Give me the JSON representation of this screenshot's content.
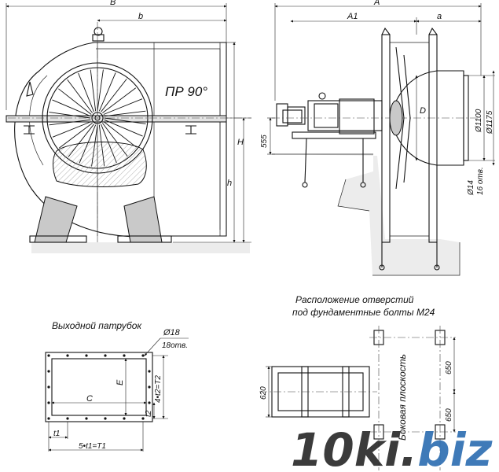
{
  "labels": {
    "B": "B",
    "b": "b",
    "A": "A",
    "A1": "A1",
    "a": "a",
    "H": "H",
    "h": "h",
    "d555": "555",
    "D": "D",
    "d1100": "Ø1100",
    "d1175": "Ø1175",
    "d14": "Ø14",
    "holes16": "16 отв.",
    "rotation": "ПР 90°",
    "outlet_title": "Выходной патрубок",
    "d18": "Ø18",
    "holes18": "18отв.",
    "E": "E",
    "C": "C",
    "t1": "t1",
    "t2": "t2",
    "four_t2": "4•t2=T2",
    "five_t1": "5•t1=T1",
    "foundation_title_1": "Расположение отверстий",
    "foundation_title_2": "под фундаментные болты М24",
    "d620": "620",
    "d650a": "650",
    "d650b": "650",
    "side_plane": "Боковая плоскость"
  },
  "watermark": {
    "main": "10ki",
    "dot": ".",
    "tld": "biz",
    "color_main": "#2b2b2b",
    "color_tld": "#2f6fb3"
  },
  "colors": {
    "line": "#111111",
    "fill_gray": "#c9c9c9",
    "concrete": "#ececec"
  }
}
